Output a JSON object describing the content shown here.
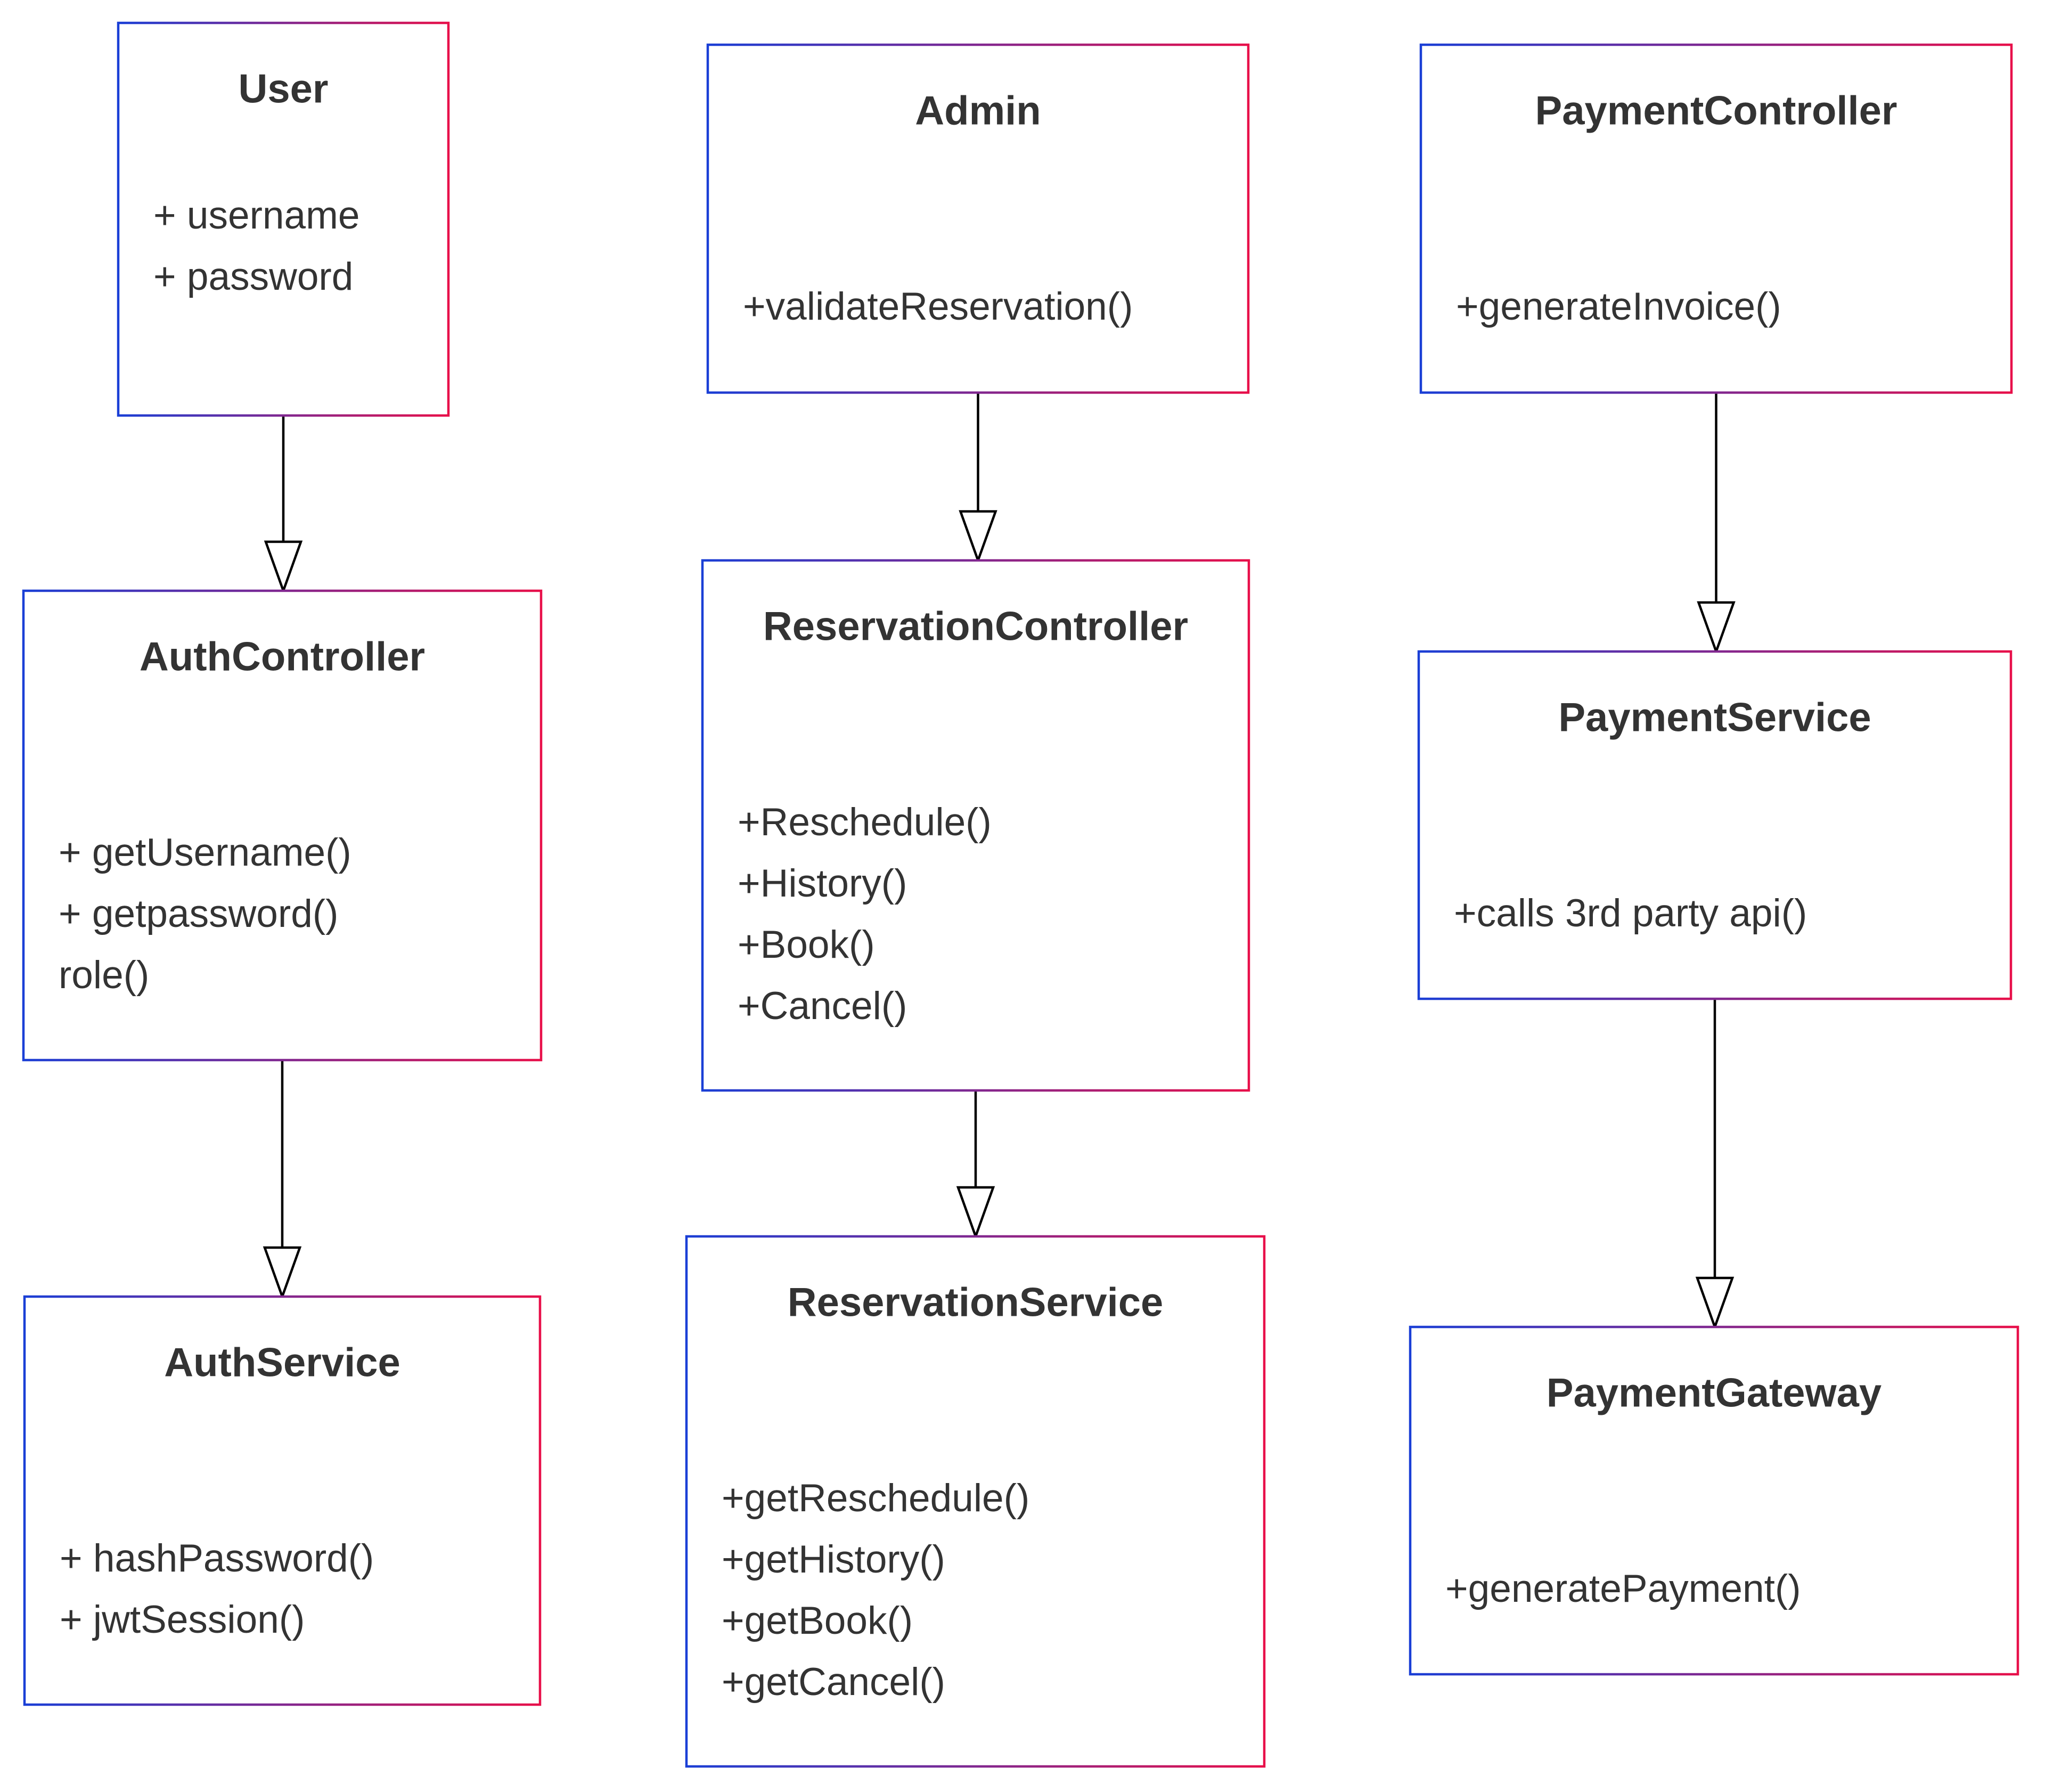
{
  "colors": {
    "border_start": "#1a3fd6",
    "border_end": "#e8104a",
    "text": "#333333",
    "edge": "#000000",
    "background": "#ffffff"
  },
  "classes": [
    {
      "id": "user",
      "name": "User",
      "attributes": [
        "+ username",
        "+ password"
      ],
      "methods": []
    },
    {
      "id": "admin",
      "name": "Admin",
      "attributes": [],
      "methods": [
        "+validateReservation()"
      ]
    },
    {
      "id": "payment-controller",
      "name": "PaymentController",
      "attributes": [],
      "methods": [
        "+generateInvoice()"
      ]
    },
    {
      "id": "auth-controller",
      "name": "AuthController",
      "attributes": [],
      "methods": [
        "+ getUsername()",
        "+ getpassword()",
        "role()"
      ]
    },
    {
      "id": "reservation-controller",
      "name": "ReservationController",
      "attributes": [],
      "methods": [
        "+Reschedule()",
        "+History()",
        "+Book()",
        "+Cancel()"
      ]
    },
    {
      "id": "payment-service",
      "name": "PaymentService",
      "attributes": [],
      "methods": [
        "+calls 3rd party api()"
      ]
    },
    {
      "id": "auth-service",
      "name": "AuthService",
      "attributes": [],
      "methods": [
        "+ hashPassword()",
        "+ jwtSession()"
      ]
    },
    {
      "id": "reservation-service",
      "name": "ReservationService",
      "attributes": [],
      "methods": [
        "+getReschedule()",
        "+getHistory()",
        "+getBook()",
        "+getCancel()"
      ]
    },
    {
      "id": "payment-gateway",
      "name": "PaymentGateway",
      "attributes": [],
      "methods": [
        "+generatePayment()"
      ]
    }
  ],
  "relations": [
    {
      "from": "user",
      "to": "auth-controller",
      "type": "inheritance"
    },
    {
      "from": "auth-controller",
      "to": "auth-service",
      "type": "inheritance"
    },
    {
      "from": "admin",
      "to": "reservation-controller",
      "type": "inheritance"
    },
    {
      "from": "reservation-controller",
      "to": "reservation-service",
      "type": "inheritance"
    },
    {
      "from": "payment-controller",
      "to": "payment-service",
      "type": "inheritance"
    },
    {
      "from": "payment-service",
      "to": "payment-gateway",
      "type": "inheritance"
    }
  ]
}
